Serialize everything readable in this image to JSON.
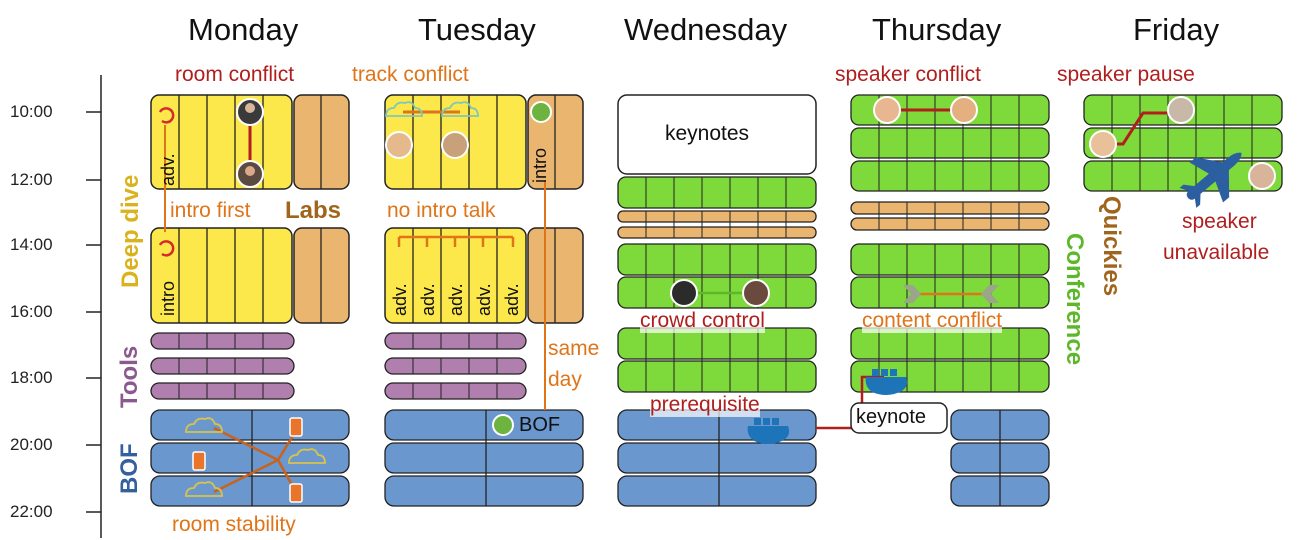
{
  "days": [
    "Monday",
    "Tuesday",
    "Wednesday",
    "Thursday",
    "Friday"
  ],
  "time_ticks": [
    "10:00",
    "12:00",
    "14:00",
    "16:00",
    "18:00",
    "20:00",
    "22:00"
  ],
  "tracks": {
    "deep_dive": "Deep dive",
    "labs": "Labs",
    "tools": "Tools",
    "bof": "BOF",
    "quickies": "Quickies",
    "conference": "Conference"
  },
  "sessions": {
    "adv": "adv.",
    "intro": "intro",
    "keynotes": "keynotes",
    "keynote": "keynote",
    "bof_spring": "BOF"
  },
  "annotations": {
    "room_conflict": "room conflict",
    "track_conflict": "track conflict",
    "speaker_conflict": "speaker conflict",
    "speaker_pause": "speaker pause",
    "intro_first": "intro first",
    "no_intro_talk": "no intro talk",
    "speaker_unavailable_1": "speaker",
    "speaker_unavailable_2": "unavailable",
    "crowd_control": "crowd control",
    "content_conflict": "content conflict",
    "same_day_1": "same",
    "same_day_2": "day",
    "prerequisite": "prerequisite",
    "room_stability": "room stability"
  },
  "colors": {
    "deep_dive": "#fde84c",
    "labs": "#e9b56f",
    "tools": "#b07fae",
    "bof": "#6b97cf",
    "conference": "#7ed93a",
    "conflict_red": "#b01e1e",
    "highlight_orange": "#e07418",
    "deep_dive_label": "#d9b21c",
    "labs_label": "#a0651c",
    "tools_label": "#8a5a8e",
    "bof_label": "#34609e",
    "quickies_label": "#a0651c",
    "conference_label": "#5cb82a"
  }
}
